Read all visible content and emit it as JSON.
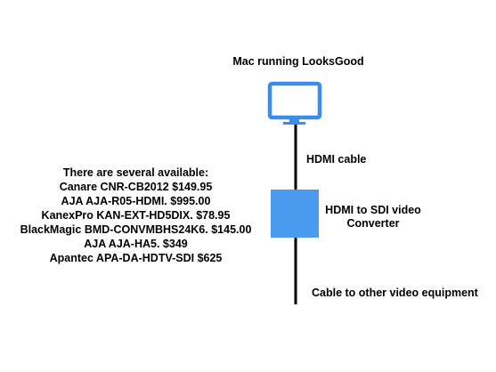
{
  "diagram": {
    "mac_label": "Mac running LooksGood",
    "hdmi_cable_label": "HDMI cable",
    "converter_label": "HDMI to SDI video Converter",
    "output_label": "Cable to other video equipment",
    "options_heading": "There are several available:",
    "options": [
      "Canare CNR-CB2012  $149.95",
      "AJA AJA-R05-HDMI. $995.00",
      "KanexPro KAN-EXT-HD5DIX. $78.95",
      "BlackMagic BMD-CONVMBHS24K6. $145.00",
      "AJA AJA-HA5. $349",
      "Apantec APA-DA-HDTV-SDI $625"
    ],
    "colors": {
      "device_fill": "#4A9BF0",
      "monitor_outline": "#3A8EEA",
      "cable": "#000000",
      "text": "#000000"
    },
    "icons": [
      "monitor-icon",
      "converter-box"
    ]
  }
}
